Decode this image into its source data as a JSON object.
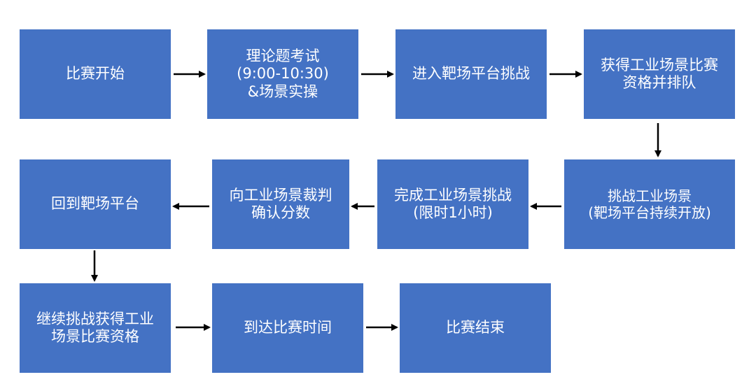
{
  "steps": {
    "s1": [
      "比赛开始"
    ],
    "s2": [
      "理论题考试",
      "(9:00-10:30)",
      "&场景实操"
    ],
    "s3": [
      "进入靶场平台挑战"
    ],
    "s4": [
      "获得工业场景比赛",
      "资格并排队"
    ],
    "s5": [
      "挑战工业场景",
      "(靶场平台持续开放)"
    ],
    "s6": [
      "完成工业场景挑战",
      "(限时1小时)"
    ],
    "s7": [
      "向工业场景裁判",
      "确认分数"
    ],
    "s8": [
      "回到靶场平台"
    ],
    "s9": [
      "继续挑战获得工业",
      "场景比赛资格"
    ],
    "s10": [
      "到达比赛时间"
    ],
    "s11": [
      "比赛结束"
    ]
  },
  "colors": {
    "box": "#4472c4",
    "text": "#ffffff",
    "arrow": "#000000"
  }
}
